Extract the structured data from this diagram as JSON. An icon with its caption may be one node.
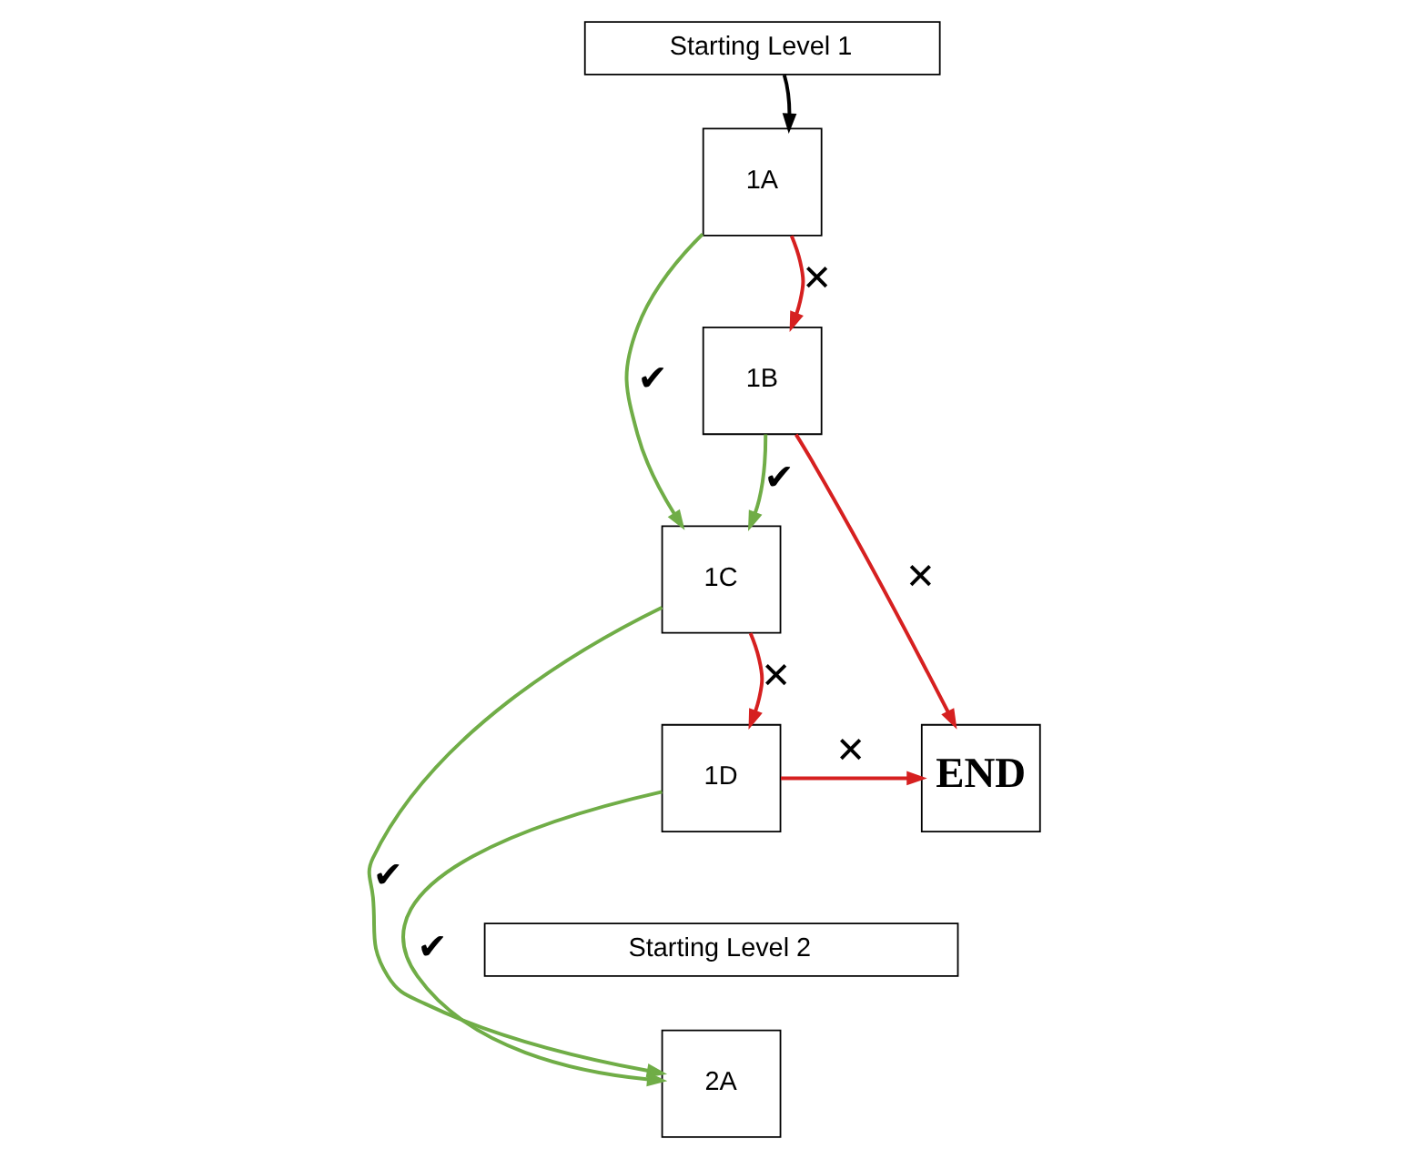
{
  "diagram": {
    "nodes": [
      {
        "text": [
          "Starting Level 1"
        ]
      },
      {
        "text": [
          "1A"
        ]
      },
      {
        "text": [
          "1B"
        ]
      },
      {
        "text": [
          "1C"
        ]
      },
      {
        "text": [
          "END"
        ]
      },
      {
        "text": [
          "1D"
        ]
      },
      {
        "text": [
          "Starting Level 2"
        ]
      },
      {
        "text": [
          "2A"
        ]
      }
    ],
    "edges": [
      {
        "from": 0,
        "to": 1,
        "arrow": "to",
        "color": "#000000"
      },
      {
        "from": 1,
        "to": 2,
        "arrow": "to",
        "label": "✕",
        "color": "#d62020"
      },
      {
        "from": 1,
        "to": 3,
        "arrow": "to",
        "label": "✔",
        "color": "#70ad47"
      },
      {
        "from": 2,
        "to": 4,
        "arrow": "to",
        "label": "✕",
        "color": "#d62020"
      },
      {
        "from": 2,
        "to": 3,
        "arrow": "to",
        "label": "✔",
        "color": "#70ad47"
      },
      {
        "from": 3,
        "to": 5,
        "arrow": "to",
        "label": "✕",
        "color": "#d62020"
      },
      {
        "from": 5,
        "to": 4,
        "arrow": "to",
        "label": "✕",
        "color": "#d62020"
      },
      {
        "from": 5,
        "to": 7,
        "arrow": "to",
        "label": "✔",
        "color": "#70ad47"
      },
      {
        "from": 3,
        "to": 7,
        "arrow": "to",
        "label": "✔",
        "color": "#70ad47"
      }
    ]
  }
}
